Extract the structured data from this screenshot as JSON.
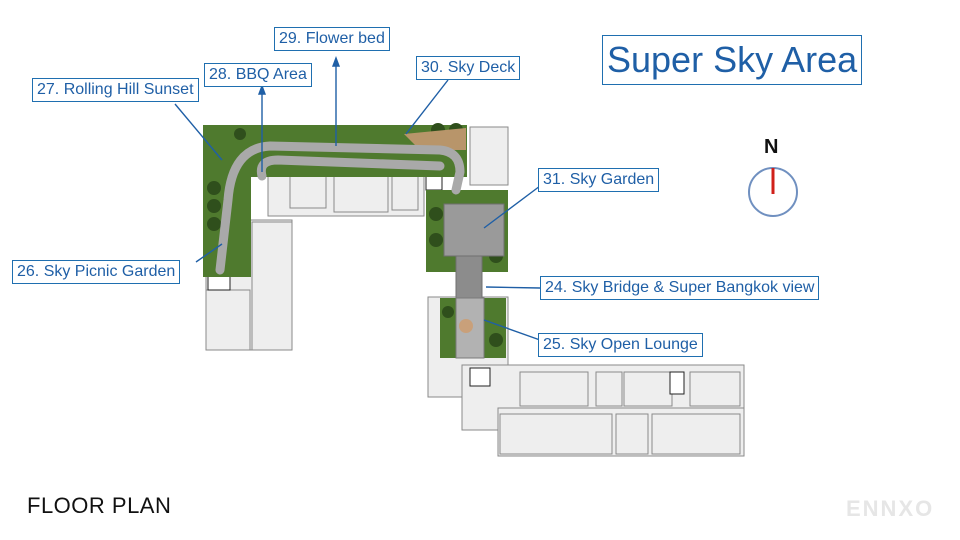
{
  "title": "Super Sky Area",
  "floor_plan_label": "FLOOR PLAN",
  "watermark": "ENNXO",
  "compass": {
    "label": "N"
  },
  "callouts": [
    {
      "id": "rolling-hill",
      "label": "27. Rolling Hill Sunset"
    },
    {
      "id": "bbq-area",
      "label": "28. BBQ Area"
    },
    {
      "id": "flower-bed",
      "label": "29. Flower bed"
    },
    {
      "id": "sky-deck",
      "label": "30. Sky Deck"
    },
    {
      "id": "sky-garden",
      "label": "31. Sky Garden"
    },
    {
      "id": "sky-picnic",
      "label": "26. Sky Picnic Garden"
    },
    {
      "id": "sky-bridge",
      "label": "24. Sky Bridge & Super Bangkok view"
    },
    {
      "id": "sky-open-lounge",
      "label": "25. Sky Open Lounge"
    }
  ],
  "colors": {
    "accent": "#1f5fa6",
    "garden": "#4f7a2e",
    "garden_dark": "#2f4f1c",
    "walkway": "#a9a9a9",
    "deck": "#b8956a",
    "building": "#e9e9e9",
    "building_line": "#8a8a8a",
    "compass_needle": "#d0201a"
  }
}
